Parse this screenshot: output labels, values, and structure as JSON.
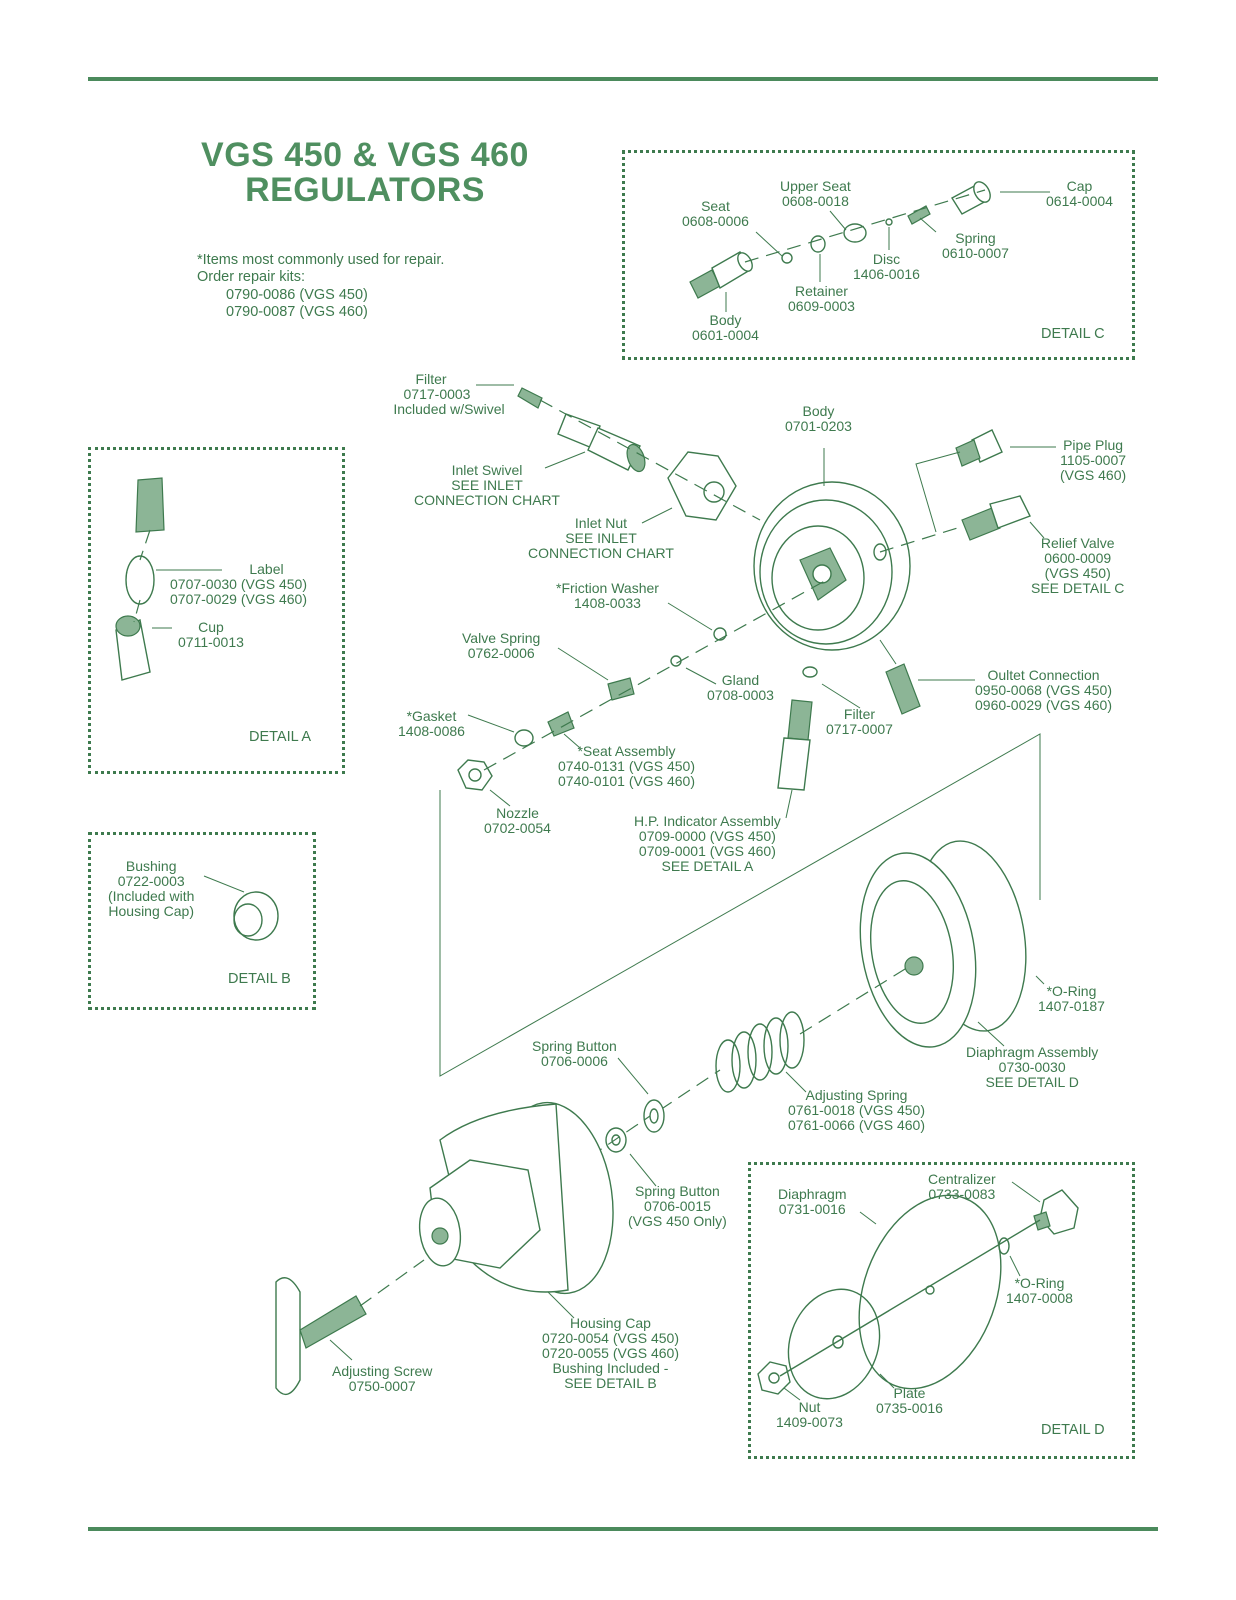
{
  "title": {
    "line1": "VGS 450 & VGS 460",
    "line2": "REGULATORS"
  },
  "note": {
    "line1": "*Items most commonly used for repair.",
    "line2": "Order repair kits:",
    "line3": "0790-0086 (VGS 450)",
    "line4": "0790-0087 (VGS 460)"
  },
  "detail_c": {
    "title": "DETAIL C",
    "upper_seat": [
      "Upper Seat",
      "0608-0018"
    ],
    "cap": [
      "Cap",
      "0614-0004"
    ],
    "seat": [
      "Seat",
      "0608-0006"
    ],
    "spring": [
      "Spring",
      "0610-0007"
    ],
    "disc": [
      "Disc",
      "1406-0016"
    ],
    "retainer": [
      "Retainer",
      "0609-0003"
    ],
    "body": [
      "Body",
      "0601-0004"
    ]
  },
  "main": {
    "filter_top": [
      "Filter",
      "0717-0003",
      "Included w/Swivel"
    ],
    "body": [
      "Body",
      "0701-0203"
    ],
    "pipe_plug": [
      "Pipe Plug",
      "1105-0007",
      "(VGS 460)"
    ],
    "inlet_swivel": [
      "Inlet Swivel",
      "SEE INLET",
      "CONNECTION CHART"
    ],
    "inlet_nut": [
      "Inlet Nut",
      "SEE INLET",
      "CONNECTION CHART"
    ],
    "relief_valve": [
      "Relief Valve",
      "0600-0009",
      "(VGS 450)",
      "SEE DETAIL C"
    ],
    "friction_washer": [
      "*Friction Washer",
      "1408-0033"
    ],
    "valve_spring": [
      "Valve Spring",
      "0762-0006"
    ],
    "gland": [
      "Gland",
      "0708-0003"
    ],
    "outlet_connection": [
      "Oultet Connection",
      "0950-0068 (VGS 450)",
      "0960-0029 (VGS 460)"
    ],
    "gasket": [
      "*Gasket",
      "1408-0086"
    ],
    "filter_bottom": [
      "Filter",
      "0717-0007"
    ],
    "seat_assembly": [
      "*Seat Assembly",
      "0740-0131 (VGS 450)",
      "0740-0101 (VGS 460)"
    ],
    "nozzle": [
      "Nozzle",
      "0702-0054"
    ],
    "hp_indicator": [
      "H.P. Indicator Assembly",
      "0709-0000 (VGS 450)",
      "0709-0001 (VGS 460)",
      "SEE DETAIL A"
    ],
    "o_ring_big": [
      "*O-Ring",
      "1407-0187"
    ],
    "diaphragm_assembly": [
      "Diaphragm Assembly",
      "0730-0030",
      "SEE DETAIL D"
    ],
    "spring_button_top": [
      "Spring Button",
      "0706-0006"
    ],
    "adjusting_spring": [
      "Adjusting Spring",
      "0761-0018 (VGS 450)",
      "0761-0066 (VGS 460)"
    ],
    "spring_button_bottom": [
      "Spring Button",
      "0706-0015",
      "(VGS 450 Only)"
    ],
    "housing_cap": [
      "Housing Cap",
      "0720-0054 (VGS 450)",
      "0720-0055 (VGS 460)",
      "Bushing Included -",
      "SEE DETAIL B"
    ],
    "adjusting_screw": [
      "Adjusting Screw",
      "0750-0007"
    ]
  },
  "detail_a": {
    "title": "DETAIL A",
    "label": [
      "Label",
      "0707-0030 (VGS 450)",
      "0707-0029 (VGS 460)"
    ],
    "cup": [
      "Cup",
      "0711-0013"
    ]
  },
  "detail_b": {
    "title": "DETAIL B",
    "bushing": [
      "Bushing",
      "0722-0003",
      "(Included with",
      "Housing Cap)"
    ]
  },
  "detail_d": {
    "title": "DETAIL D",
    "centralizer": [
      "Centralizer",
      "0733-0083"
    ],
    "diaphragm": [
      "Diaphragm",
      "0731-0016"
    ],
    "o_ring": [
      "*O-Ring",
      "1407-0008"
    ],
    "plate": [
      "Plate",
      "0735-0016"
    ],
    "nut": [
      "Nut",
      "1409-0073"
    ]
  },
  "colors": {
    "ink": "#3e7a4e",
    "title": "#4f8f60",
    "rule": "#4b8a5c"
  }
}
